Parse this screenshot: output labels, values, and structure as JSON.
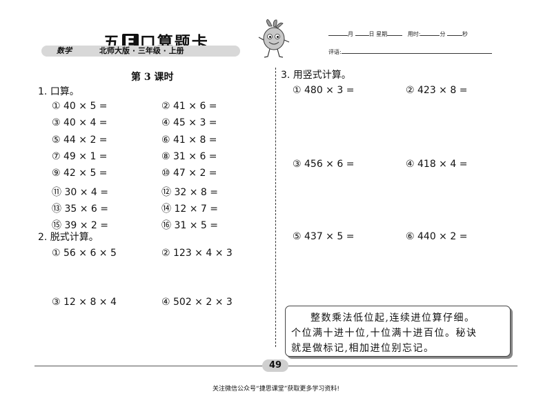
{
  "header": {
    "title_pre": "五",
    "title_e": "E",
    "title_post": "口算题卡",
    "subject": "数学",
    "edition": "北师大版 · 三年级 · 上册",
    "date_line": {
      "month": "月",
      "day": "日",
      "weekday": "星期",
      "time_used": "用时:",
      "minutes": "分",
      "seconds": "秒"
    },
    "comment_label": "评语:"
  },
  "lesson": {
    "title": "第 3 课时"
  },
  "section1": {
    "heading": "1. 口算。",
    "problems": [
      "① 40 × 5 =",
      "② 41 × 6 =",
      "③ 40 × 4 =",
      "④ 45 × 3 =",
      "⑤ 44 × 2 =",
      "⑥ 41 × 8 =",
      "⑦ 49 × 1 =",
      "⑧ 31 × 6 =",
      "⑨ 42 × 5 =",
      "⑩ 47 × 2 =",
      "⑪ 30 × 4 =",
      "⑫ 32 × 8 =",
      "⑬ 35 × 6 =",
      "⑭ 12 × 7 =",
      "⑮ 39 × 2 =",
      "⑯ 31 × 5 ="
    ]
  },
  "section2": {
    "heading": "2. 脱式计算。",
    "problems": [
      "① 56 × 6 × 5",
      "② 123 × 4 × 3",
      "③ 12 × 8 × 4",
      "④ 502 × 2 × 3"
    ]
  },
  "section3": {
    "heading": "3. 用竖式计算。",
    "problems": [
      "① 480 × 3 =",
      "② 423 × 8 =",
      "③ 456 × 6 =",
      "④ 418 × 4 =",
      "⑤ 437 × 5 =",
      "⑥ 440 × 2 ="
    ]
  },
  "tip": {
    "line1": "整数乘法低位起,连续进位算仔细。",
    "line2": "个位满十进十位,十位满十进百位。秘诀",
    "line3": "就是做标记,相加进位别忘记。"
  },
  "page_number": "49",
  "footer": "关注微信公众号“捷思课堂”获取更多学习资料!"
}
